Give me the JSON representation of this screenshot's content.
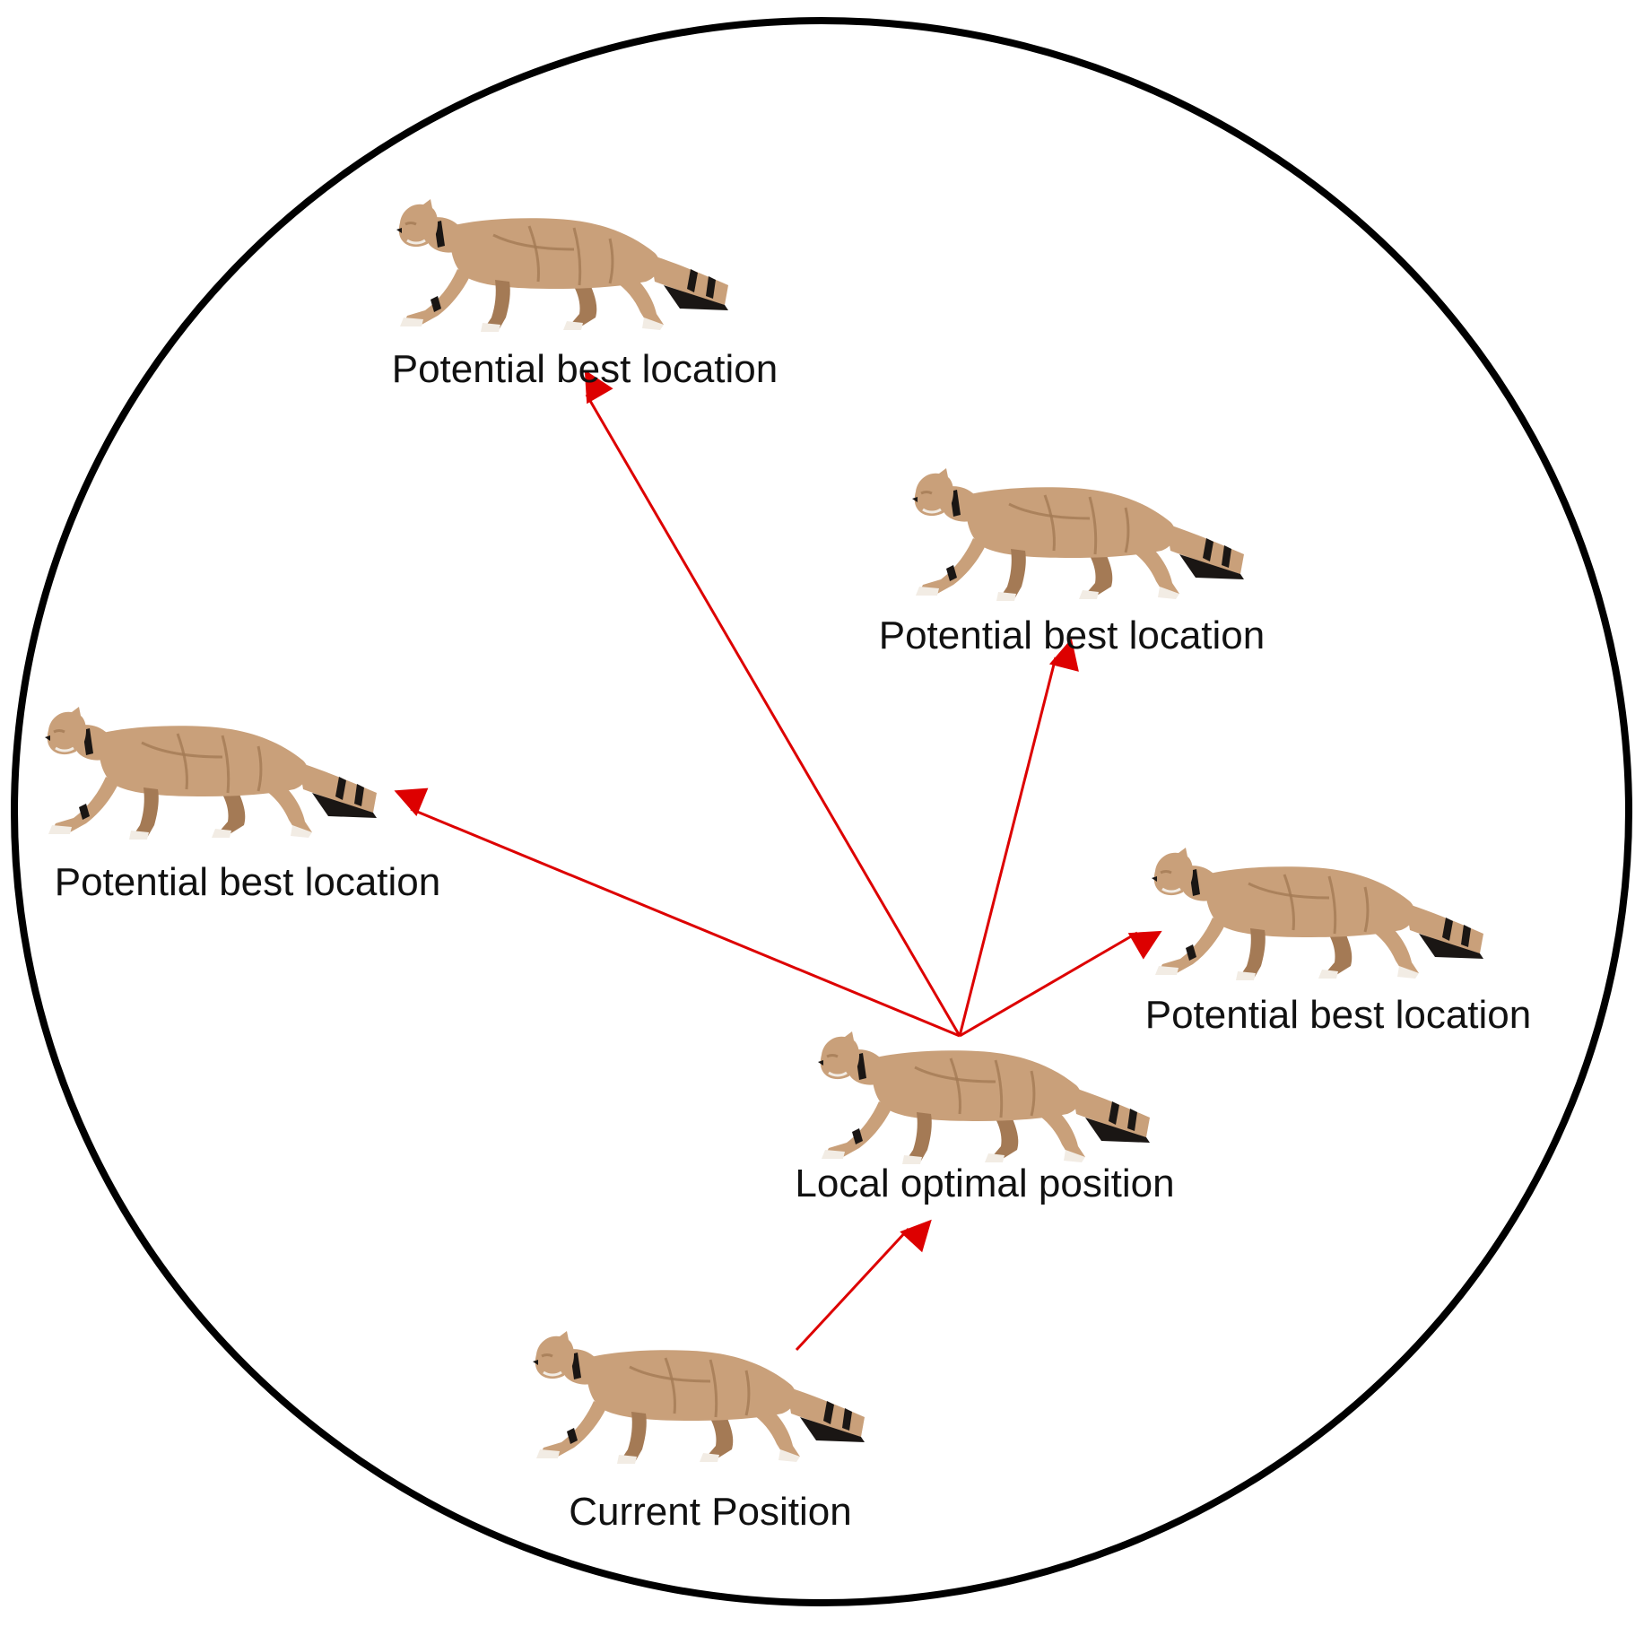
{
  "colors": {
    "boundary": "#000000",
    "arrow": "#dd0000",
    "cat_body": "#c9a07a",
    "cat_shade": "#a47a55",
    "cat_light": "#f2ece4",
    "cat_dark": "#1a1614",
    "background": "#ffffff"
  },
  "icons": {
    "agent": "wildcat-icon"
  },
  "nodes": {
    "current": {
      "label": "Current Position"
    },
    "local": {
      "label": "Local optimal position"
    },
    "best_top": {
      "label": "Potential best location"
    },
    "best_upper_right": {
      "label": "Potential best location"
    },
    "best_left": {
      "label": "Potential best location"
    },
    "best_right": {
      "label": "Potential best location"
    }
  },
  "edges": [
    {
      "from": "current",
      "to": "local"
    },
    {
      "from": "local",
      "to": "best_top"
    },
    {
      "from": "local",
      "to": "best_upper_right"
    },
    {
      "from": "local",
      "to": "best_left"
    },
    {
      "from": "local",
      "to": "best_right"
    }
  ]
}
